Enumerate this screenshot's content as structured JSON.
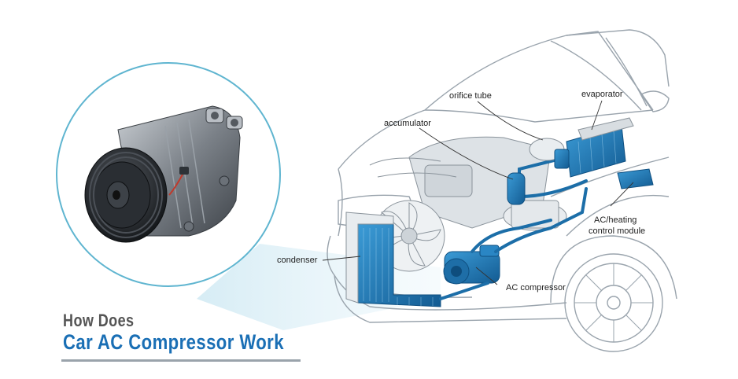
{
  "labels": {
    "orifice_tube": "orifice tube",
    "evaporator": "evaporator",
    "accumulator": "accumulator",
    "ac_heating_control_module_line1": "AC/heating",
    "ac_heating_control_module_line2": "control module",
    "condenser": "condenser",
    "ac_compressor": "AC compressor"
  },
  "title": {
    "line1": "How Does",
    "line2": "Car AC Compressor Work"
  },
  "colors": {
    "accent_blue": "#1a6fb5",
    "component_blue": "#2a7fb8",
    "circle_border": "#5fb5d0",
    "beam": "#cfe9f3",
    "outline": "#9aa4ad",
    "title_gray": "#555555"
  }
}
